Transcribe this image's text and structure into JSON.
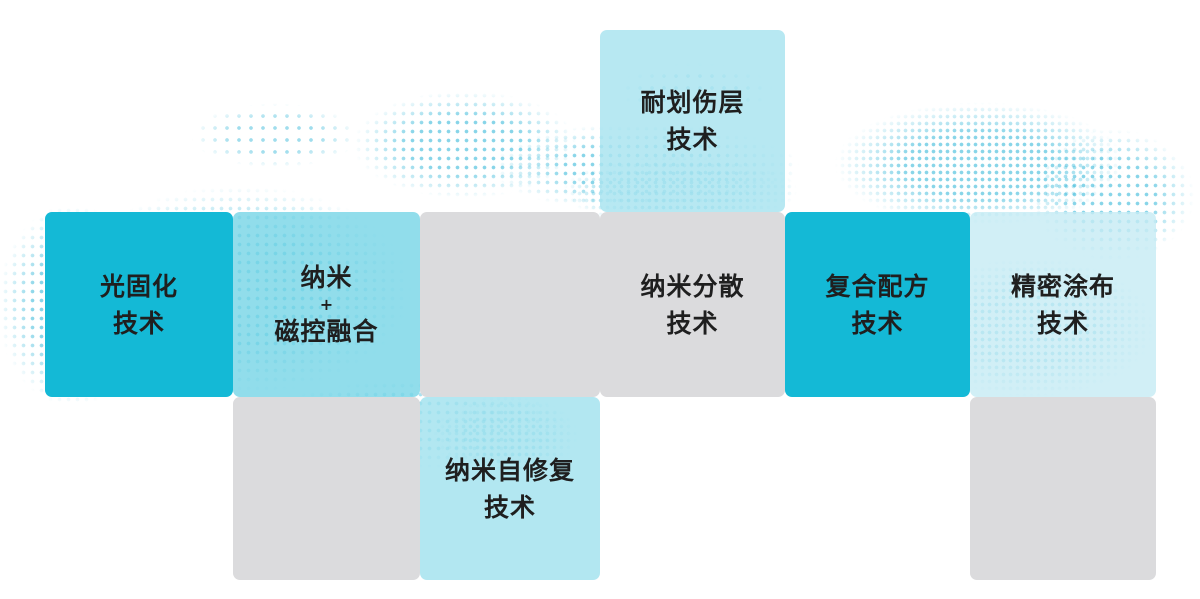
{
  "tiles": {
    "scratch_resistant": {
      "line1": "耐划伤层",
      "line2": "技术"
    },
    "uv_curing": {
      "line1": "光固化",
      "line2": "技术"
    },
    "nano_magnetron": {
      "line1": "纳米",
      "plus": "+",
      "line2": "磁控融合"
    },
    "nano_dispersion": {
      "line1": "纳米分散",
      "line2": "技术"
    },
    "composite_formula": {
      "line1": "复合配方",
      "line2": "技术"
    },
    "precision_coating": {
      "line1": "精密涂布",
      "line2": "技术"
    },
    "nano_self_healing": {
      "line1": "纳米自修复",
      "line2": "技术"
    }
  },
  "colors": {
    "solid_cyan": "#14b9d6",
    "medium_cyan": "#76d5e6",
    "light_cyan": "#aae4f0",
    "lighter_cyan": "#c5ebf4",
    "gray": "#dbdbdd",
    "dot": "#26b2d6",
    "text": "#1f1f1f"
  }
}
